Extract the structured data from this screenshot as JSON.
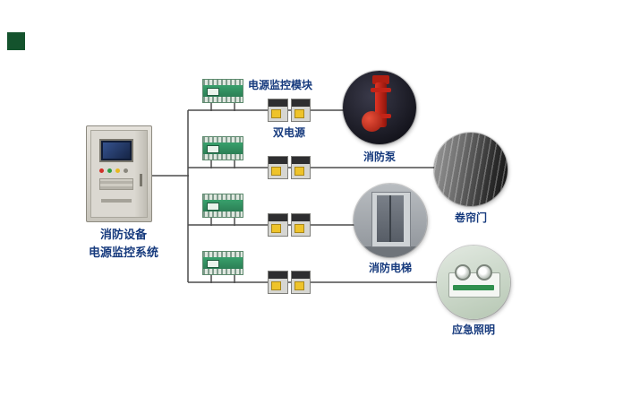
{
  "diagram": {
    "title_line1": "消防设备",
    "title_line2": "电源监控系统",
    "module_label": "电源监控模块",
    "dual_power_label": "双电源",
    "equipment": [
      {
        "label": "消防泵"
      },
      {
        "label": "卷帘门"
      },
      {
        "label": "消防电梯"
      },
      {
        "label": "应急照明"
      }
    ],
    "colors": {
      "label_text": "#163a7d",
      "wire": "#4c4c4c",
      "module_green": "#2f9e62",
      "switch_yellow": "#eec32a",
      "pump_red": "#c22418",
      "accent_square": "#14532d"
    }
  }
}
